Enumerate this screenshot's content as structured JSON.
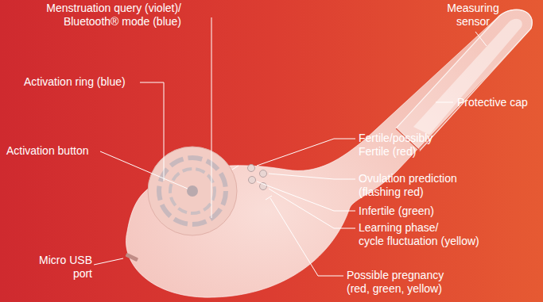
{
  "diagram": {
    "labels": [
      "Menstruation query (violet)/ Bluetooth® mode (blue)",
      "Measuring sensor",
      "Activation ring (blue)",
      "Protective cap",
      "Activation button",
      "Fertile/possibly Fertile (red)",
      "Ovulation prediction (flashing red)",
      "Infertile (green)",
      "Learning phase/ cycle fluctuation (yellow)",
      "Micro USB port",
      "Possible pregnancy (red, green, yellow)"
    ]
  }
}
